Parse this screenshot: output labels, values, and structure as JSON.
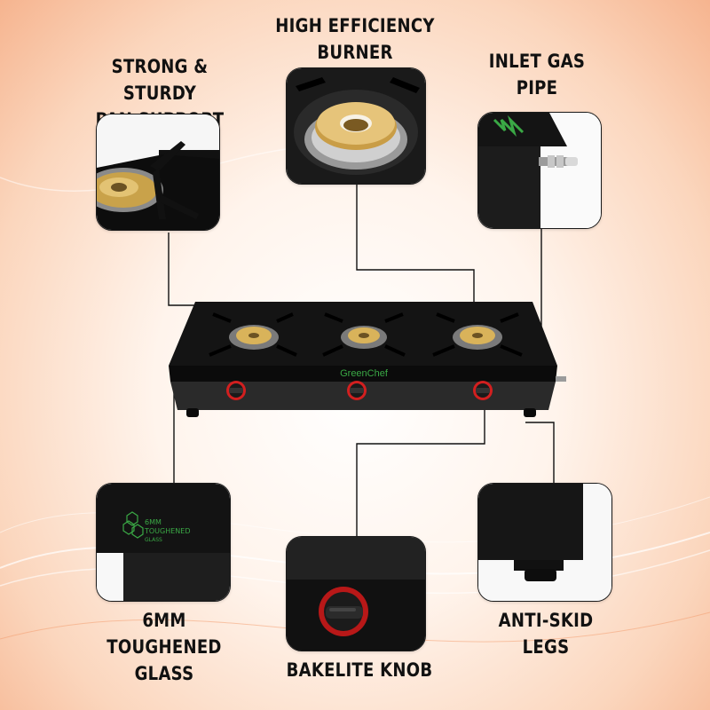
{
  "features": {
    "pan_support": {
      "label_line1": "STRONG & STURDY",
      "label_line2": "PAN SUPPORT"
    },
    "burner": {
      "label_line1": "HIGH EFFICIENCY",
      "label_line2": "BURNER"
    },
    "inlet": {
      "label_line1": "INLET GAS",
      "label_line2": "PIPE"
    },
    "glass": {
      "label_line1": "6MM TOUGHENED",
      "label_line2": "GLASS",
      "badge_text1": "6MM",
      "badge_text2": "TOUGHENED",
      "badge_text3": "GLASS"
    },
    "knob": {
      "label": "BAKELITE KNOB"
    },
    "legs": {
      "label": "ANTI-SKID LEGS"
    }
  },
  "stove": {
    "brand": "GreenChef",
    "burner_count": 3
  },
  "colors": {
    "glass": "#151515",
    "brass": "#d9b35a",
    "knob_ring": "#d21f1f",
    "brand_green": "#3aa845",
    "line": "#111111"
  }
}
